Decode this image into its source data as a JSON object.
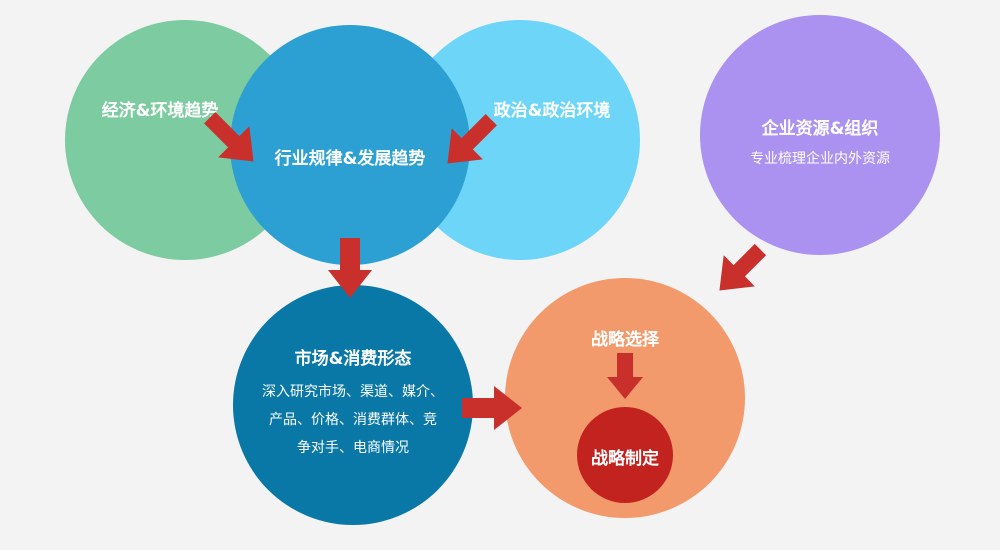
{
  "diagram": {
    "economy": {
      "title": "经济&环境趋势",
      "color": "#7dcba0"
    },
    "politics": {
      "title": "政治&政治环境",
      "color": "#6dd5f8"
    },
    "industry": {
      "title": "行业规律&发展趋势",
      "color": "#2ca0d2"
    },
    "resources": {
      "title": "企业资源&组织",
      "subtitle": "专业梳理企业内外资源",
      "color": "#ab91f0"
    },
    "market": {
      "title": "市场&消费形态",
      "lines": [
        "深入研究市场、渠道、媒介、",
        "产品、价格、消费群体、竞",
        "争对手、电商情况"
      ],
      "color": "#0a78a7"
    },
    "strategy_choice": {
      "title": "战略选择",
      "color": "#f29a6c"
    },
    "strategy_making": {
      "title": "战略制定",
      "color": "#c3231e"
    },
    "arrow_color": "#c9302c"
  }
}
